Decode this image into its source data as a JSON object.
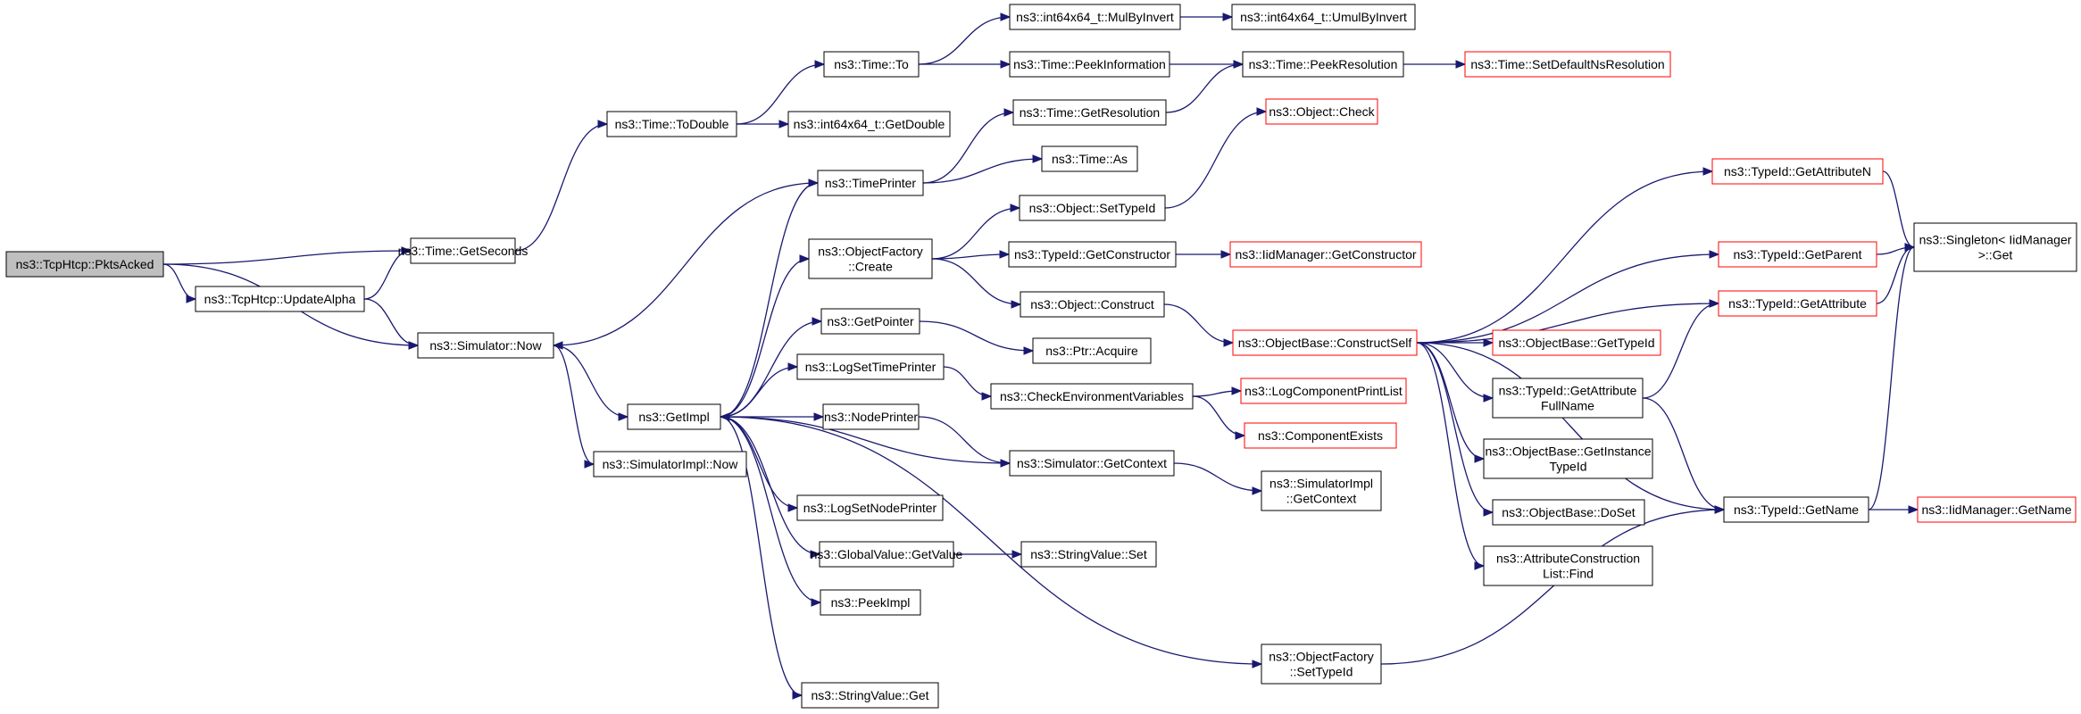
{
  "diagram": {
    "nodes": [
      {
        "id": "pktsacked",
        "lines": [
          "ns3::TcpHtcp::PktsAcked"
        ],
        "style": "root"
      },
      {
        "id": "getseconds",
        "lines": [
          "ns3::Time::GetSeconds"
        ],
        "style": "normal"
      },
      {
        "id": "updatealpha",
        "lines": [
          "ns3::TcpHtcp::UpdateAlpha"
        ],
        "style": "normal"
      },
      {
        "id": "simnow",
        "lines": [
          "ns3::Simulator::Now"
        ],
        "style": "normal"
      },
      {
        "id": "todouble",
        "lines": [
          "ns3::Time::ToDouble"
        ],
        "style": "normal"
      },
      {
        "id": "getimpl",
        "lines": [
          "ns3::GetImpl"
        ],
        "style": "normal"
      },
      {
        "id": "simimplnow",
        "lines": [
          "ns3::SimulatorImpl::Now"
        ],
        "style": "normal"
      },
      {
        "id": "timeto",
        "lines": [
          "ns3::Time::To"
        ],
        "style": "normal"
      },
      {
        "id": "getdouble",
        "lines": [
          "ns3::int64x64_t::GetDouble"
        ],
        "style": "normal"
      },
      {
        "id": "timeprinter",
        "lines": [
          "ns3::TimePrinter"
        ],
        "style": "normal"
      },
      {
        "id": "objfactcreate",
        "lines": [
          "ns3::ObjectFactory",
          "::Create"
        ],
        "style": "normal"
      },
      {
        "id": "getpointer",
        "lines": [
          "ns3::GetPointer"
        ],
        "style": "normal"
      },
      {
        "id": "logsettimeprinter",
        "lines": [
          "ns3::LogSetTimePrinter"
        ],
        "style": "normal"
      },
      {
        "id": "nodeprinter",
        "lines": [
          "ns3::NodePrinter"
        ],
        "style": "normal"
      },
      {
        "id": "logsetnodeprinter",
        "lines": [
          "ns3::LogSetNodePrinter"
        ],
        "style": "normal"
      },
      {
        "id": "gvgetvalue",
        "lines": [
          "ns3::GlobalValue::GetValue"
        ],
        "style": "normal"
      },
      {
        "id": "peekimpl",
        "lines": [
          "ns3::PeekImpl"
        ],
        "style": "normal"
      },
      {
        "id": "svget",
        "lines": [
          "ns3::StringValue::Get"
        ],
        "style": "normal"
      },
      {
        "id": "mulbyinvert",
        "lines": [
          "ns3::int64x64_t::MulByInvert"
        ],
        "style": "normal"
      },
      {
        "id": "peekinfo",
        "lines": [
          "ns3::Time::PeekInformation"
        ],
        "style": "normal"
      },
      {
        "id": "getresolution",
        "lines": [
          "ns3::Time::GetResolution"
        ],
        "style": "normal"
      },
      {
        "id": "timeas",
        "lines": [
          "ns3::Time::As"
        ],
        "style": "normal"
      },
      {
        "id": "objsettypeid",
        "lines": [
          "ns3::Object::SetTypeId"
        ],
        "style": "normal"
      },
      {
        "id": "tidgetconstructor",
        "lines": [
          "ns3::TypeId::GetConstructor"
        ],
        "style": "normal"
      },
      {
        "id": "objconstruct",
        "lines": [
          "ns3::Object::Construct"
        ],
        "style": "normal"
      },
      {
        "id": "ptracquire",
        "lines": [
          "ns3::Ptr::Acquire"
        ],
        "style": "normal"
      },
      {
        "id": "checkenv",
        "lines": [
          "ns3::CheckEnvironmentVariables"
        ],
        "style": "normal"
      },
      {
        "id": "simgetcontext",
        "lines": [
          "ns3::Simulator::GetContext"
        ],
        "style": "normal"
      },
      {
        "id": "svset",
        "lines": [
          "ns3::StringValue::Set"
        ],
        "style": "normal"
      },
      {
        "id": "umulbyinvert",
        "lines": [
          "ns3::int64x64_t::UmulByInvert"
        ],
        "style": "normal"
      },
      {
        "id": "peekresolution",
        "lines": [
          "ns3::Time::PeekResolution"
        ],
        "style": "normal"
      },
      {
        "id": "objcheck",
        "lines": [
          "ns3::Object::Check"
        ],
        "style": "red"
      },
      {
        "id": "iidgetconstructor",
        "lines": [
          "ns3::IidManager::GetConstructor"
        ],
        "style": "red"
      },
      {
        "id": "constructself",
        "lines": [
          "ns3::ObjectBase::ConstructSelf"
        ],
        "style": "red"
      },
      {
        "id": "logcompprintlist",
        "lines": [
          "ns3::LogComponentPrintList"
        ],
        "style": "red"
      },
      {
        "id": "componentexists",
        "lines": [
          "ns3::ComponentExists"
        ],
        "style": "red"
      },
      {
        "id": "simimplgetcontext",
        "lines": [
          "ns3::SimulatorImpl",
          "::GetContext"
        ],
        "style": "normal"
      },
      {
        "id": "objfactsettypeid",
        "lines": [
          "ns3::ObjectFactory",
          "::SetTypeId"
        ],
        "style": "normal"
      },
      {
        "id": "setdefaultns",
        "lines": [
          "ns3::Time::SetDefaultNsResolution"
        ],
        "style": "red"
      },
      {
        "id": "tidgetattributen",
        "lines": [
          "ns3::TypeId::GetAttributeN"
        ],
        "style": "red"
      },
      {
        "id": "tidgetparent",
        "lines": [
          "ns3::TypeId::GetParent"
        ],
        "style": "red"
      },
      {
        "id": "tidgetattribute",
        "lines": [
          "ns3::TypeId::GetAttribute"
        ],
        "style": "red"
      },
      {
        "id": "obgettypeid",
        "lines": [
          "ns3::ObjectBase::GetTypeId"
        ],
        "style": "red"
      },
      {
        "id": "tidgetattrfullname",
        "lines": [
          "ns3::TypeId::GetAttribute",
          "FullName"
        ],
        "style": "normal"
      },
      {
        "id": "obgetinstancetypeid",
        "lines": [
          "ns3::ObjectBase::GetInstance",
          "TypeId"
        ],
        "style": "normal"
      },
      {
        "id": "obdoset",
        "lines": [
          "ns3::ObjectBase::DoSet"
        ],
        "style": "normal"
      },
      {
        "id": "attrconstrfind",
        "lines": [
          "ns3::AttributeConstruction",
          "List::Find"
        ],
        "style": "normal"
      },
      {
        "id": "tidgetname",
        "lines": [
          "ns3::TypeId::GetName"
        ],
        "style": "normal"
      },
      {
        "id": "singletonget",
        "lines": [
          "ns3::Singleton< IidManager",
          ">::Get"
        ],
        "style": "normal"
      },
      {
        "id": "iidgetname",
        "lines": [
          "ns3::IidManager::GetName"
        ],
        "style": "red"
      }
    ],
    "edges": [
      [
        "pktsacked",
        "getseconds"
      ],
      [
        "pktsacked",
        "updatealpha"
      ],
      [
        "pktsacked",
        "simnow"
      ],
      [
        "updatealpha",
        "getseconds"
      ],
      [
        "updatealpha",
        "simnow"
      ],
      [
        "getseconds",
        "todouble"
      ],
      [
        "todouble",
        "timeto"
      ],
      [
        "todouble",
        "getdouble"
      ],
      [
        "timeto",
        "mulbyinvert"
      ],
      [
        "timeto",
        "peekinfo"
      ],
      [
        "mulbyinvert",
        "umulbyinvert"
      ],
      [
        "peekinfo",
        "peekresolution"
      ],
      [
        "peekresolution",
        "setdefaultns"
      ],
      [
        "simnow",
        "getimpl"
      ],
      [
        "simnow",
        "simimplnow"
      ],
      [
        "getimpl",
        "timeprinter"
      ],
      [
        "getimpl",
        "objfactcreate"
      ],
      [
        "getimpl",
        "getpointer"
      ],
      [
        "getimpl",
        "logsettimeprinter"
      ],
      [
        "getimpl",
        "nodeprinter"
      ],
      [
        "getimpl",
        "logsetnodeprinter"
      ],
      [
        "getimpl",
        "gvgetvalue"
      ],
      [
        "getimpl",
        "peekimpl"
      ],
      [
        "getimpl",
        "svget"
      ],
      [
        "getimpl",
        "objfactsettypeid"
      ],
      [
        "timeprinter",
        "simnow"
      ],
      [
        "timeprinter",
        "getresolution"
      ],
      [
        "timeprinter",
        "timeas"
      ],
      [
        "getresolution",
        "peekresolution"
      ],
      [
        "objfactcreate",
        "objsettypeid"
      ],
      [
        "objfactcreate",
        "tidgetconstructor"
      ],
      [
        "objfactcreate",
        "objconstruct"
      ],
      [
        "objsettypeid",
        "objcheck"
      ],
      [
        "tidgetconstructor",
        "iidgetconstructor"
      ],
      [
        "objconstruct",
        "constructself"
      ],
      [
        "getpointer",
        "ptracquire"
      ],
      [
        "logsettimeprinter",
        "checkenv"
      ],
      [
        "checkenv",
        "logcompprintlist"
      ],
      [
        "checkenv",
        "componentexists"
      ],
      [
        "nodeprinter",
        "simgetcontext"
      ],
      [
        "simgetcontext",
        "getimpl"
      ],
      [
        "simgetcontext",
        "simimplgetcontext"
      ],
      [
        "gvgetvalue",
        "svset"
      ],
      [
        "objfactsettypeid",
        "tidgetname"
      ],
      [
        "constructself",
        "tidgetattributen"
      ],
      [
        "constructself",
        "tidgetparent"
      ],
      [
        "constructself",
        "tidgetattribute"
      ],
      [
        "constructself",
        "obgettypeid"
      ],
      [
        "constructself",
        "tidgetattrfullname"
      ],
      [
        "constructself",
        "obgetinstancetypeid"
      ],
      [
        "constructself",
        "obdoset"
      ],
      [
        "constructself",
        "attrconstrfind"
      ],
      [
        "constructself",
        "tidgetname"
      ],
      [
        "tidgetattrfullname",
        "tidgetattribute"
      ],
      [
        "tidgetattrfullname",
        "tidgetname"
      ],
      [
        "tidgetattributen",
        "singletonget"
      ],
      [
        "tidgetparent",
        "singletonget"
      ],
      [
        "tidgetattribute",
        "singletonget"
      ],
      [
        "tidgetname",
        "singletonget"
      ],
      [
        "tidgetname",
        "iidgetname"
      ],
      [
        "simnow",
        "simnow_none"
      ]
    ]
  }
}
